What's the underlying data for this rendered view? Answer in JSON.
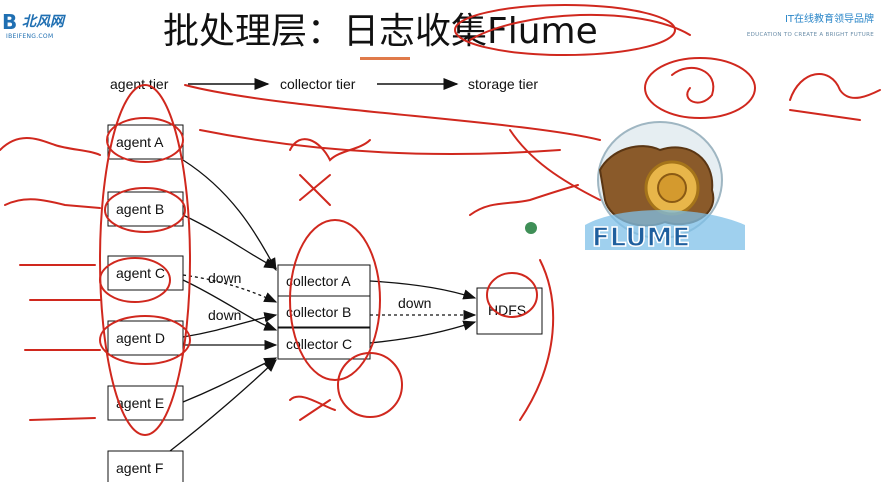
{
  "header": {
    "title": "批处理层：日志收集Flume",
    "brand_main": "IT在线教育领导品牌",
    "brand_sub": "EDUCATION TO CREATE A BRIGHT FUTURE"
  },
  "logo": {
    "name": "北风网",
    "domain": "IBEIFENG.COM",
    "mark": "B"
  },
  "tiers": [
    "agent tier",
    "collector tier",
    "storage tier"
  ],
  "agents": [
    "agent A",
    "agent B",
    "agent C",
    "agent D",
    "agent E",
    "agent F"
  ],
  "collectors": [
    "collector A",
    "collector B",
    "collector C"
  ],
  "storage": "HDFS",
  "edge_labels": [
    "down",
    "down",
    "down"
  ],
  "flume_logo_text": "FLUME",
  "annotation_colors": {
    "ink": "#d0281e",
    "dot": "#3f8f57",
    "accent": "#e07a4a"
  }
}
